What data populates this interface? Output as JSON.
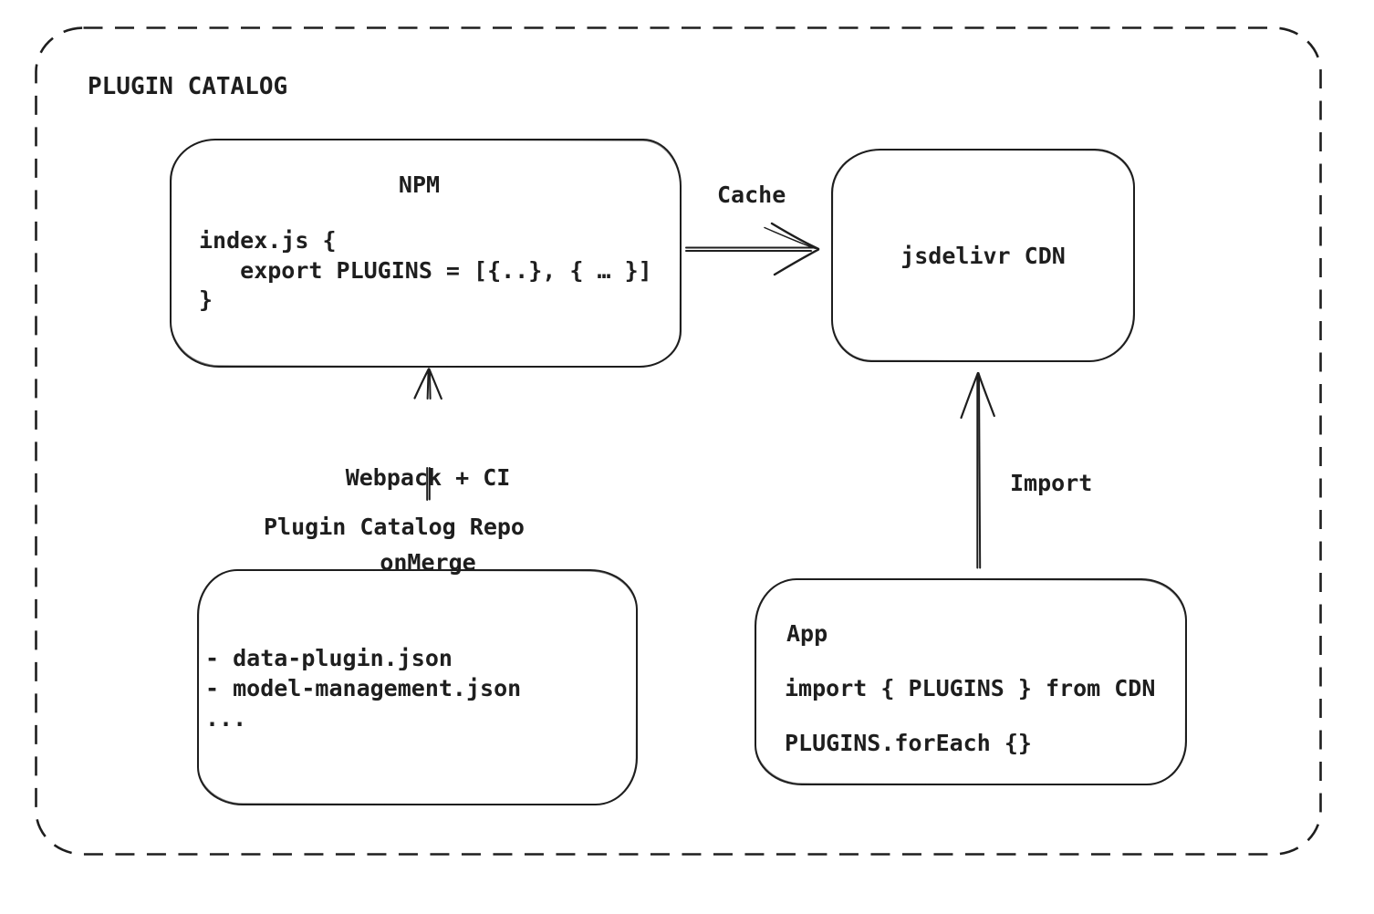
{
  "title": "PLUGIN CATALOG",
  "colors": {
    "stroke": "#1e1e1e",
    "background": "#ffffff"
  },
  "nodes": {
    "npm": {
      "title": "NPM",
      "code": [
        "index.js {",
        "   export PLUGINS = [{..}, { … }]",
        "}"
      ]
    },
    "cdn": {
      "label": "jsdelivr CDN"
    },
    "repo": {
      "label": "Plugin Catalog Repo",
      "items": [
        "- data-plugin.json",
        "- model-management.json",
        "..."
      ]
    },
    "app": {
      "title": "App",
      "lines": [
        "import { PLUGINS } from CDN",
        "PLUGINS.forEach {}"
      ]
    }
  },
  "edges": {
    "cache": {
      "label": "Cache"
    },
    "webpack": {
      "label_line1": "Webpack + CI",
      "label_line2": "onMerge"
    },
    "import": {
      "label": "Import"
    }
  }
}
